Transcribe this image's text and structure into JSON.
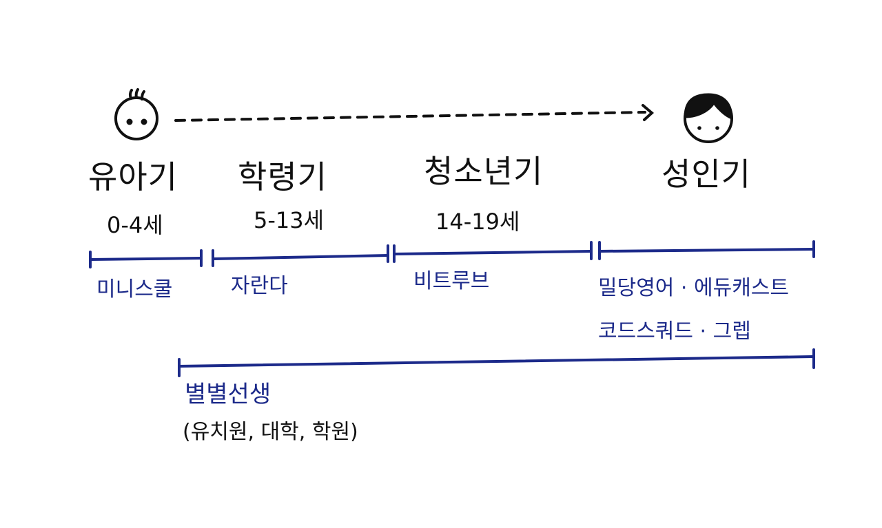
{
  "stages": [
    {
      "name": "유아기",
      "age": "0-4세",
      "services": [
        "미니스쿨"
      ]
    },
    {
      "name": "학령기",
      "age": "5-13세",
      "services": [
        "자란다"
      ]
    },
    {
      "name": "청소년기",
      "age": "14-19세",
      "services": [
        "비트루브"
      ]
    },
    {
      "name": "성인기",
      "services": [
        "밀당영어 · 에듀캐스트",
        "코드스쿼드 · 그렙"
      ]
    }
  ],
  "span_service": {
    "name": "별별선생",
    "detail": "(유치원, 대학, 학원)"
  },
  "colors": {
    "line": "#1c2a8a",
    "ink": "#111111"
  },
  "icons": {
    "start": "baby-face-icon",
    "end": "adult-face-icon",
    "progress": "dashed-arrow-icon"
  }
}
